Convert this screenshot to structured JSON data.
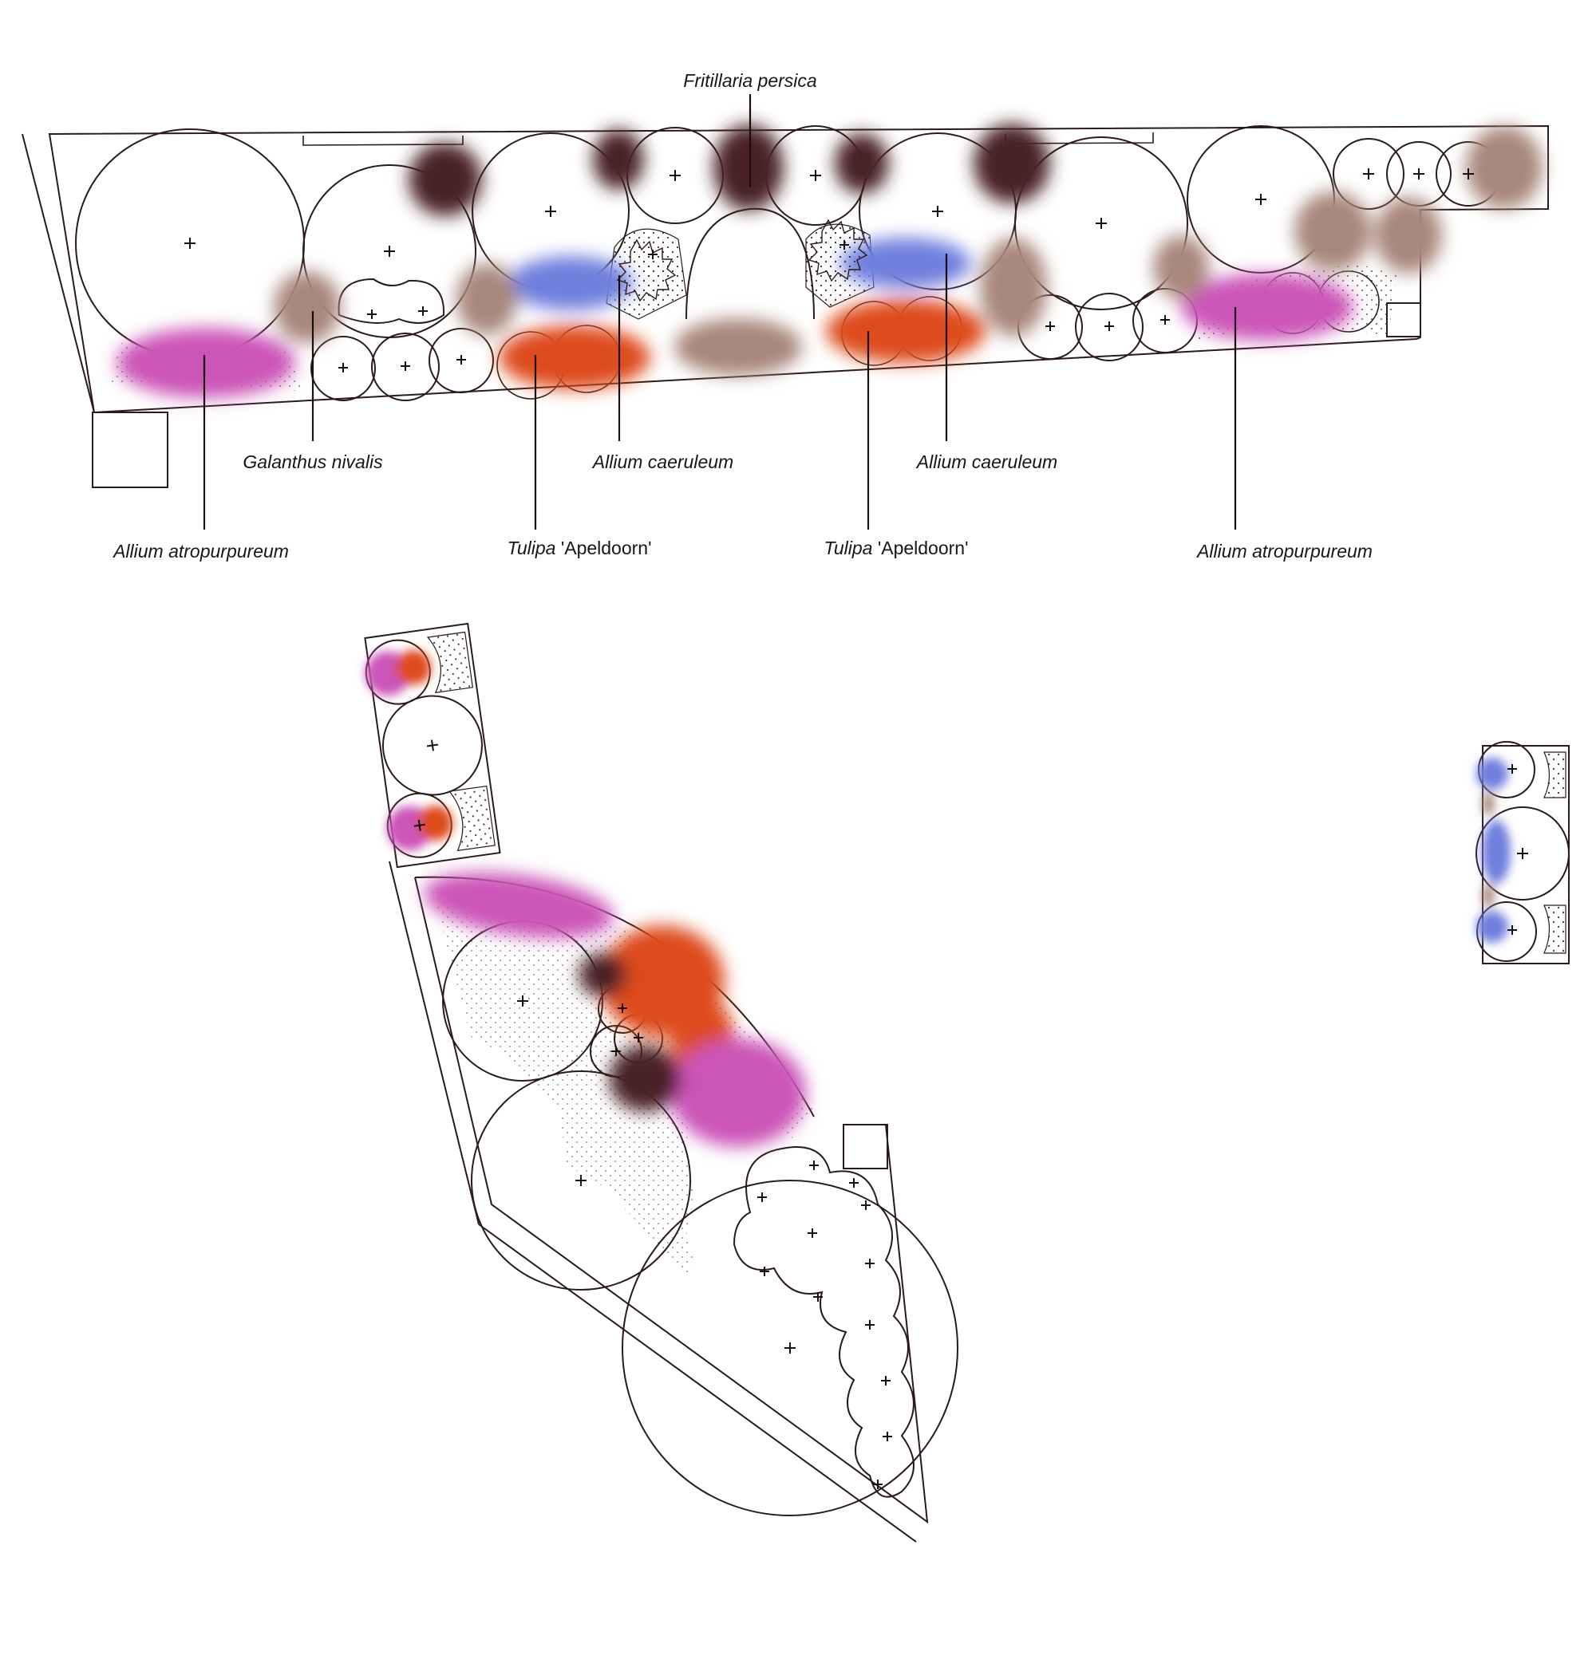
{
  "colors": {
    "allium_atropurpureum": "#cc55b8",
    "allium_caeruleum": "#6f7fdd",
    "tulipa_apeldoorn": "#de4c1c",
    "fritillaria_persica": "#4a2226",
    "galanthus_nivalis": "#a8877c",
    "linework": "#2a1a1a"
  },
  "labels": {
    "fritillaria_persica": {
      "genus": "Fritillaria persica",
      "rest": ""
    },
    "galanthus_nivalis": {
      "genus": "Galanthus nivalis",
      "rest": ""
    },
    "allium_caeruleum_left": {
      "genus": "Allium caeruleum",
      "rest": ""
    },
    "allium_caeruleum_right": {
      "genus": "Allium caeruleum",
      "rest": ""
    },
    "allium_atropurpureum_left": {
      "genus": "Allium atropurpureum",
      "rest": ""
    },
    "allium_atropurpureum_right": {
      "genus": "Allium atropurpureum",
      "rest": ""
    },
    "tulipa_left": {
      "genus": "Tulipa",
      "rest": " 'Apeldoorn'"
    },
    "tulipa_right": {
      "genus": "Tulipa",
      "rest": " 'Apeldoorn'"
    }
  }
}
